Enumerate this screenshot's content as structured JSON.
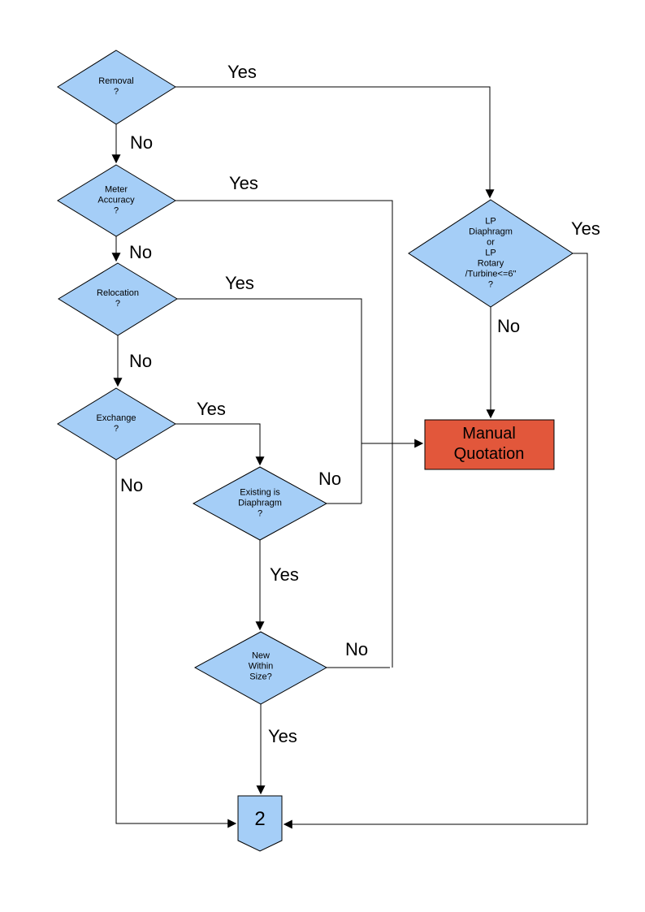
{
  "colors": {
    "background": "#FFFFFF",
    "node_fill": "#A5CEF7",
    "node_border": "#000000",
    "terminal_fill": "#E2573B",
    "line_color": "#000000"
  },
  "nodes": {
    "removal": {
      "label": "Removal\n?"
    },
    "meter_accuracy": {
      "label": "Meter\nAccuracy\n?"
    },
    "relocation": {
      "label": "Relocation\n?"
    },
    "exchange": {
      "label": "Exchange\n?"
    },
    "existing_diaphragm": {
      "label": "Existing is\nDiaphragm\n?"
    },
    "new_within_size": {
      "label": "New\nWithin\nSize?"
    },
    "lp_meter": {
      "label": "LP\nDiaphragm\nor\nLP\nRotary\n/Turbine<=6\"\n?"
    },
    "manual_quotation": {
      "label": "Manual\nQuotation"
    },
    "connector2": {
      "label": "2"
    }
  },
  "edge_labels": {
    "removal_yes": "Yes",
    "removal_no": "No",
    "meter_yes": "Yes",
    "meter_no": "No",
    "relocation_yes": "Yes",
    "relocation_no": "No",
    "exchange_yes": "Yes",
    "exchange_no": "No",
    "existing_no": "No",
    "existing_yes": "Yes",
    "newsize_no": "No",
    "newsize_yes": "Yes",
    "lp_yes": "Yes",
    "lp_no": "No"
  }
}
